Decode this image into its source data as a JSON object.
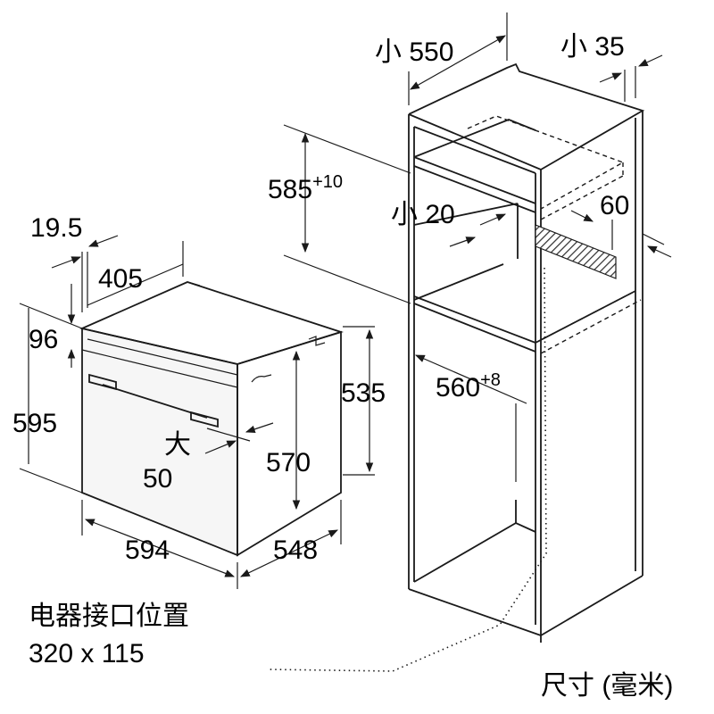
{
  "oven": {
    "width": "594",
    "height": "595",
    "depth": "548",
    "body_depth": "570",
    "rear_height": "535",
    "top_depth": "405",
    "panel_thickness": "19.5",
    "control_panel_height": "96",
    "max_label": "大",
    "max_value": "50"
  },
  "cabinet": {
    "min_depth_label": "小 550",
    "min_gap_label": "小 35",
    "niche_height_base": "585",
    "niche_height_tolerance": "+10",
    "min_vent_label": "小 20",
    "vent_depth": "60",
    "niche_width_base": "560",
    "niche_width_tolerance": "+8"
  },
  "connection": {
    "title": "电器接口位置",
    "size": "320 x 115"
  },
  "units_note": "尺寸 (毫米)",
  "colors": {
    "line": "#1a1a1a",
    "hatch": "#555555",
    "background": "#ffffff"
  }
}
